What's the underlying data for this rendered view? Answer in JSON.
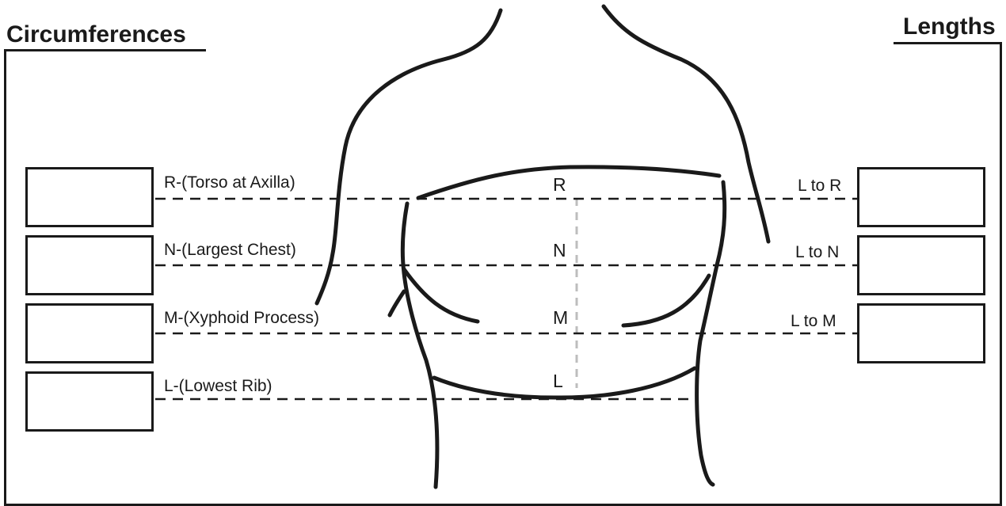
{
  "headings": {
    "circumferences": "Circumferences",
    "lengths": "Lengths"
  },
  "circumference_levels": [
    {
      "label": "R-(Torso at Axilla)",
      "value": ""
    },
    {
      "label": "N-(Largest Chest)",
      "value": ""
    },
    {
      "label": "M-(Xyphoid Process)",
      "value": ""
    },
    {
      "label": "L-(Lowest Rib)",
      "value": ""
    }
  ],
  "length_measurements": [
    {
      "label": "L to R",
      "value": ""
    },
    {
      "label": "L to N",
      "value": ""
    },
    {
      "label": "L to M",
      "value": ""
    }
  ],
  "torso_markers": [
    "R",
    "N",
    "M",
    "L"
  ],
  "colors": {
    "line": "#1a1a1a",
    "center_line": "#bdbdbd",
    "background": "#ffffff"
  }
}
